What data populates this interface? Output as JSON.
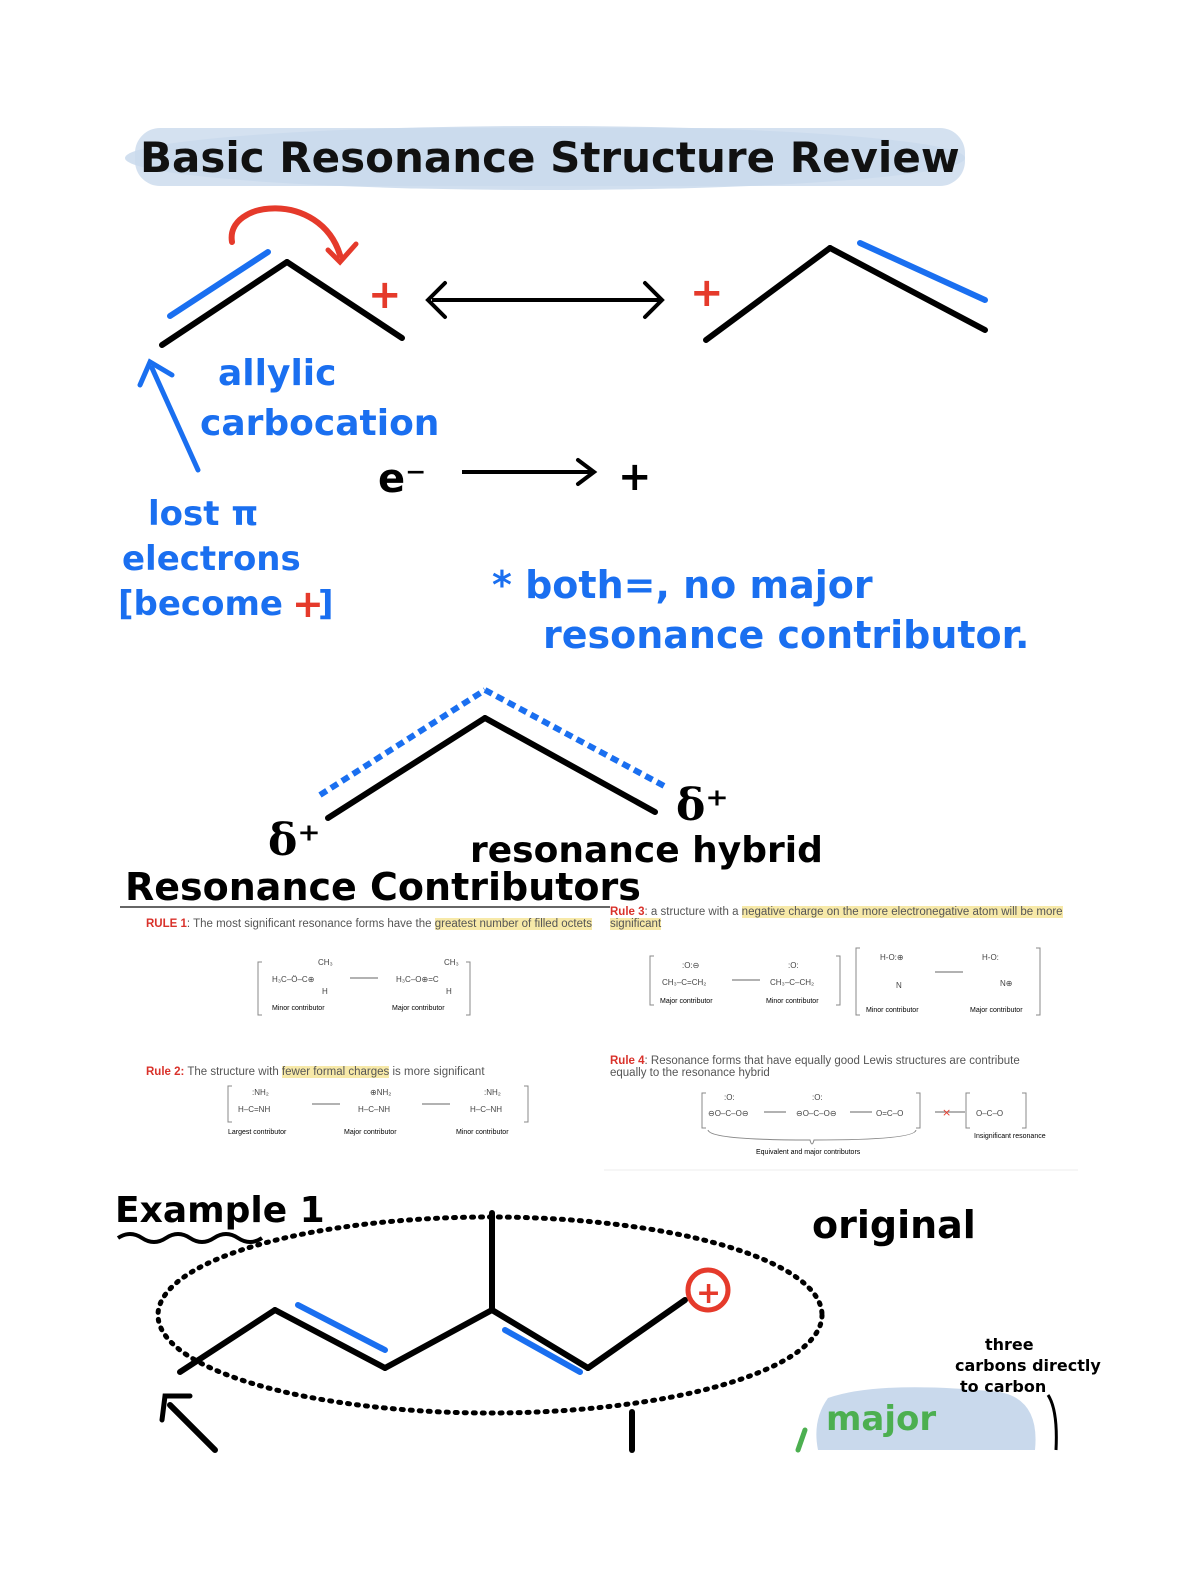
{
  "title": "Basic Resonance Structure Review",
  "top_notes": {
    "allylic": "allylic",
    "carbocation": "carbocation",
    "lost_line1": "lost π",
    "lost_line2": "electrons",
    "lost_line3": "[become",
    "lost_plus": "+",
    "lost_close": "]",
    "electron_label": "e⁻",
    "plus": "+",
    "star_note_line1": "* both=, no major",
    "star_note_line2": "resonance contributor."
  },
  "hybrid": {
    "delta_left": "δ⁺",
    "delta_right": "δ⁺",
    "label": "resonance hybrid"
  },
  "section2_title": "Resonance Contributors",
  "rules": {
    "rule1": {
      "label": "RULE 1",
      "text_a": ": The most significant resonance forms have the ",
      "highlight": "greatest number of filled octets",
      "minor": "Minor contributor",
      "major": "Major contributor"
    },
    "rule2": {
      "label": "Rule 2:",
      "text_a": " The structure with ",
      "highlight": "fewer formal charges",
      "text_b": " is more significant",
      "c1": "Largest contributor",
      "c2": "Major contributor",
      "c3": "Minor contributor"
    },
    "rule3": {
      "label": "Rule 3",
      "text_a": ": a structure with a ",
      "highlight": "negative charge on the more electronegative atom will be more significant",
      "major": "Major contributor",
      "minor": "Minor contributor",
      "minor2": "Minor contributor",
      "major2": "Major contributor"
    },
    "rule4": {
      "label": "Rule 4",
      "text_a": ": Resonance forms that have equally good Lewis structures are contribute equally to the resonance hybrid",
      "equiv": "Equivalent and major contributors",
      "insig": "Insignificant resonance"
    }
  },
  "example": {
    "title": "Example 1",
    "original": "original",
    "three_carbons_1": "three",
    "three_carbons_2": "carbons directly",
    "three_carbons_3": "to carbon",
    "major": "major",
    "plus": "+"
  },
  "colors": {
    "blue": "#1a6ff0",
    "red": "#e53a2b",
    "highlight_blue": "#c9d9ec",
    "green": "#4caf50"
  }
}
